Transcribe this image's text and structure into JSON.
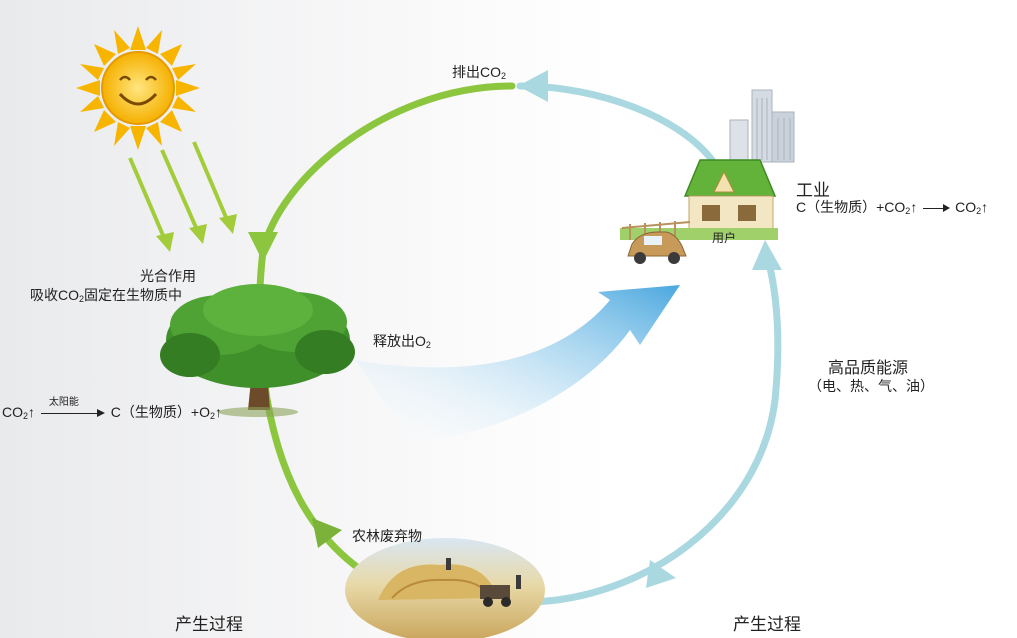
{
  "labels": {
    "emit": "排出CO",
    "emit_sub": "2",
    "photo_line1": "光合作用",
    "photo_line2_a": "吸收CO",
    "photo_line2_sub": "2",
    "photo_line2_b": "固定在生物质中",
    "release_a": "释放出O",
    "release_sub": "2",
    "industry": "工业",
    "user": "用户",
    "energy_title": "高品质能源",
    "energy_detail": "（电、热、气、油）",
    "waste": "农林废弃物",
    "process_left": "产生过程",
    "process_right": "产生过程"
  },
  "equation_left": {
    "left_a": "CO",
    "left_sub": "2",
    "left_up": "↑",
    "condition": "太阳能",
    "right_a": "C（生物质）+O",
    "right_sub": "2",
    "right_up": "↑"
  },
  "equation_right": {
    "left_a": "C（生物质）+CO",
    "left_sub": "2",
    "left_up": "↑",
    "right_a": "CO",
    "right_sub": "2",
    "right_up": "↑"
  },
  "colors": {
    "green_arc": "#8cc63f",
    "blue_arc": "#a9d8e0",
    "sun": "#f7b500",
    "tree": "#3f8f2a",
    "o2_arrow": "#5fb0e0"
  }
}
